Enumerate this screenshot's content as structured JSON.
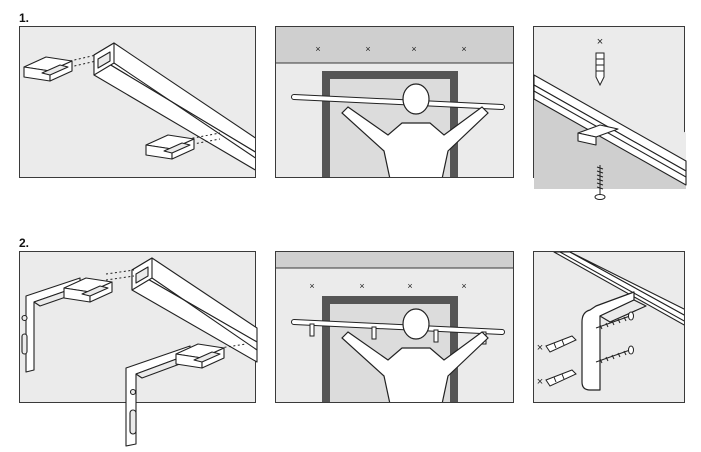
{
  "steps": [
    {
      "label": "1.",
      "panels": [
        {
          "name": "rail-clips"
        },
        {
          "name": "position-on-ceiling",
          "marks": [
            "×",
            "×",
            "×",
            "×"
          ]
        },
        {
          "name": "screw-to-ceiling",
          "marks": [
            "×"
          ]
        }
      ]
    },
    {
      "label": "2.",
      "panels": [
        {
          "name": "rail-wall-brackets"
        },
        {
          "name": "position-on-wall",
          "marks": [
            "×",
            "×",
            "×",
            "×"
          ]
        },
        {
          "name": "screw-to-wall",
          "marks": [
            "×",
            "×"
          ]
        }
      ]
    }
  ],
  "colors": {
    "panel_bg": "#ebebeb",
    "frame": "#3a3a3a",
    "door_frame": "#555555",
    "ceiling_band": "#cfcfcf",
    "outline": "#222222"
  },
  "icons": [
    "rail-profile",
    "glider-clip",
    "wall-bracket",
    "screw-icon",
    "wall-plug-icon",
    "person-icon",
    "door-frame"
  ]
}
